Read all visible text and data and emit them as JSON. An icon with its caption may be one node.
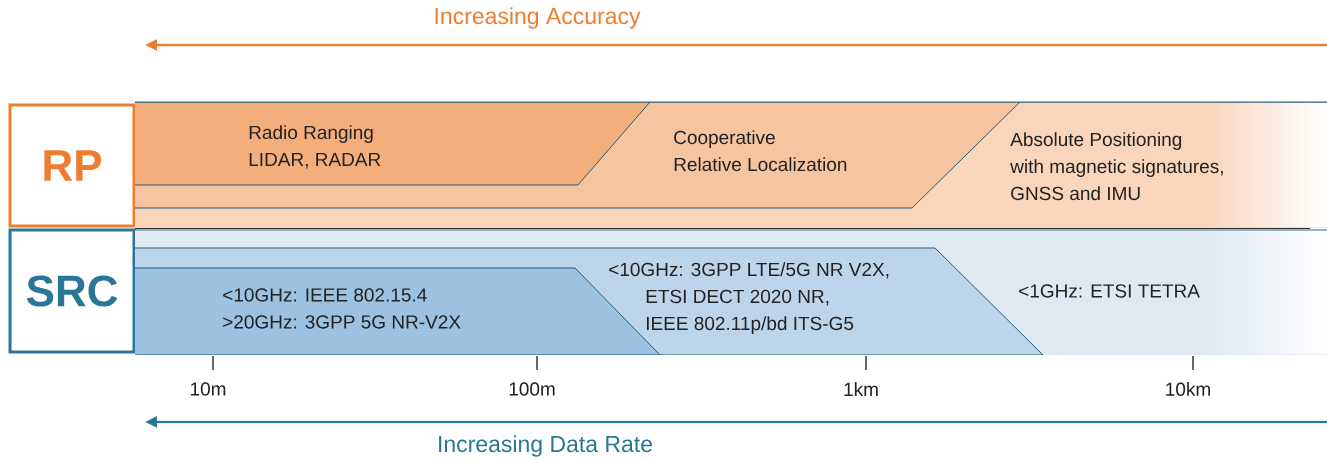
{
  "diagram": {
    "nodes": [
      {
        "text": [
          "RP"
        ]
      },
      {
        "text": [
          "SRC"
        ]
      },
      {
        "text": [
          "Radio Ranging LIDAR, RADAR"
        ],
        "in": 3
      },
      {
        "text": [
          "Cooperative Relative Localization"
        ],
        "in": 4
      },
      {
        "text": [
          "Absolute Positioning with magnetic signatures, GNSS and IMU"
        ]
      },
      {
        "text": [
          "<10GHz: IEEE 802.15.4 >20GHz: 3GPP 5G NR-V2X"
        ],
        "in": 6
      },
      {
        "text": [
          "<10GHz: 3GPP LTE/5G NR V2X, ETSI DECT 2020 NR, IEEE 802.11p/bd ITS-G5"
        ],
        "in": 7
      },
      {
        "text": [
          "<1GHz: ETSI TETRA"
        ]
      }
    ],
    "labels": [
      "Increasing Accuracy",
      "10m",
      "100m",
      "1km",
      "10km",
      "Increasing Data Rate"
    ]
  }
}
